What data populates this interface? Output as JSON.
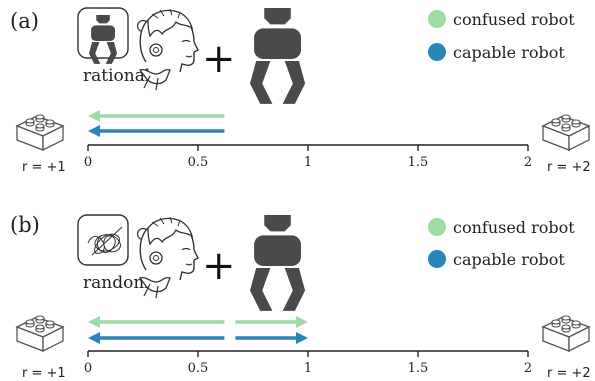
{
  "panels": [
    {
      "label": "(a)",
      "thought_label": "rational",
      "thought_icon": "robot-gripper-icon",
      "human_icon": "human-head-icon",
      "plus": "+",
      "robot_icon": "robot-gripper-icon",
      "legend": [
        {
          "label": "confused robot",
          "color": "#9fd9a6"
        },
        {
          "label": "capable robot",
          "color": "#2a86b8"
        }
      ],
      "arrows": [
        {
          "series": "confused robot",
          "from": 0.62,
          "to": 0,
          "color": "#9fd9a6"
        },
        {
          "series": "capable robot",
          "from": 0.62,
          "to": 0,
          "color": "#2a86b8"
        }
      ],
      "axis": {
        "min": 0,
        "max": 2,
        "ticks": [
          "0",
          "0.5",
          "1",
          "1.5",
          "2"
        ]
      },
      "left_reward": "r = +1",
      "right_reward": "r = +2",
      "left_block_icon": "lego-brick-icon",
      "right_block_icon": "lego-brick-icon"
    },
    {
      "label": "(b)",
      "thought_label": "random",
      "thought_icon": "scribble-icon",
      "human_icon": "human-head-icon",
      "plus": "+",
      "robot_icon": "robot-gripper-icon",
      "legend": [
        {
          "label": "confused robot",
          "color": "#9fd9a6"
        },
        {
          "label": "capable robot",
          "color": "#2a86b8"
        }
      ],
      "arrows": [
        {
          "series": "confused robot",
          "from": 0.62,
          "to": 0,
          "color": "#9fd9a6"
        },
        {
          "series": "confused robot",
          "from": 0.67,
          "to": 1,
          "color": "#9fd9a6"
        },
        {
          "series": "capable robot",
          "from": 0.62,
          "to": 0,
          "color": "#2a86b8"
        },
        {
          "series": "capable robot",
          "from": 0.67,
          "to": 1,
          "color": "#2a86b8"
        }
      ],
      "axis": {
        "min": 0,
        "max": 2,
        "ticks": [
          "0",
          "0.5",
          "1",
          "1.5",
          "2"
        ]
      },
      "left_reward": "r = +1",
      "right_reward": "r = +2",
      "left_block_icon": "lego-brick-icon",
      "right_block_icon": "lego-brick-icon"
    }
  ]
}
